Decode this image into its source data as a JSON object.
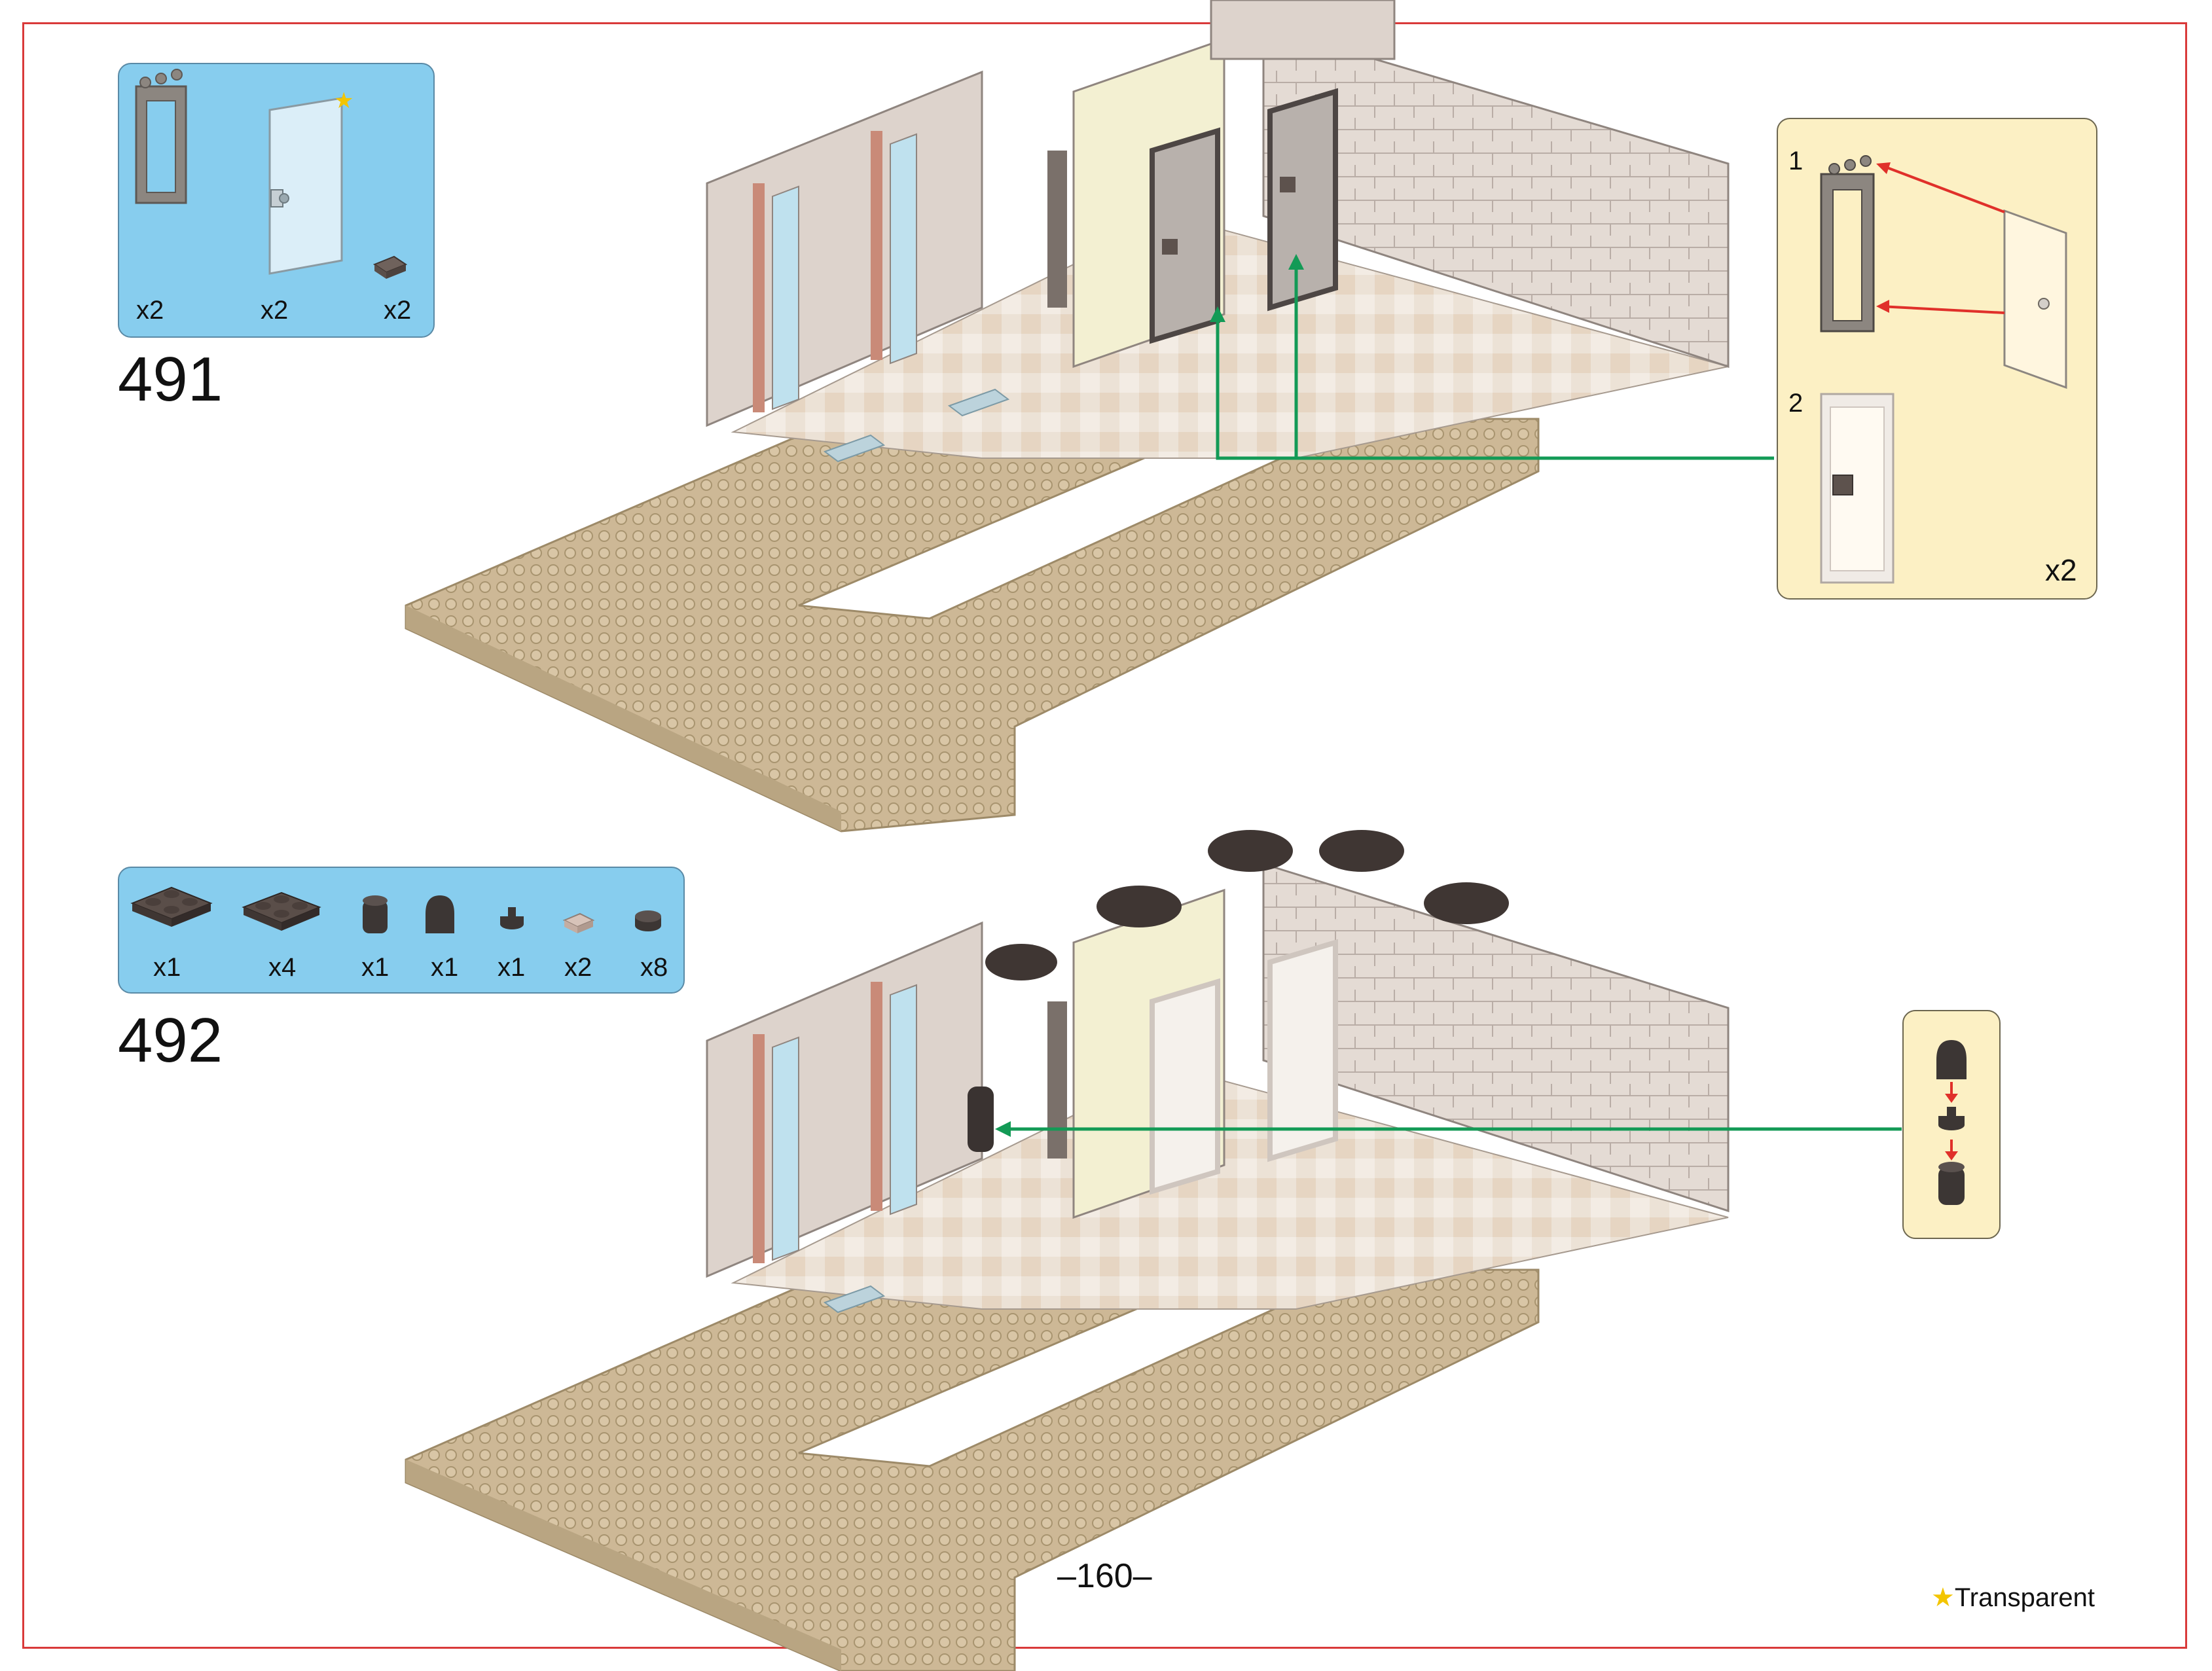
{
  "steps": [
    {
      "number": "491",
      "parts": [
        {
          "icon": "door-frame-icon",
          "qty": "x2",
          "color": "#8c8680"
        },
        {
          "icon": "transparent-door-icon",
          "qty": "x2",
          "color": "#dbeef8",
          "transparent": true
        },
        {
          "icon": "tile-1x1-icon",
          "qty": "x2",
          "color": "#6f625c"
        }
      ],
      "callout": {
        "substeps": [
          "1",
          "2"
        ],
        "multiplier": "x2"
      }
    },
    {
      "number": "492",
      "parts": [
        {
          "icon": "plate-2x2-icon",
          "qty": "x1",
          "color": "#4a3f3b"
        },
        {
          "icon": "plate-2x2-icon",
          "qty": "x4",
          "color": "#4a3f3b"
        },
        {
          "icon": "round-brick-icon",
          "qty": "x1",
          "color": "#3c3634"
        },
        {
          "icon": "dome-brick-icon",
          "qty": "x1",
          "color": "#3c3634"
        },
        {
          "icon": "round-plate-small-icon",
          "qty": "x1",
          "color": "#3c3634"
        },
        {
          "icon": "tile-1x1-icon",
          "qty": "x2",
          "color": "#c9b3a9"
        },
        {
          "icon": "round-plate-icon",
          "qty": "x8",
          "color": "#3c3634"
        }
      ]
    }
  ],
  "page_number": "–160–",
  "legend": {
    "star": "★",
    "label": "Transparent"
  },
  "colors": {
    "frame": "#d93a3a",
    "parts_bg": "#87cdee",
    "callout_bg": "#fcf0c4",
    "baseplate": "#cdb896",
    "wall": "#ddd3cc",
    "arrow_green": "#139a56",
    "arrow_red": "#e0302a"
  }
}
